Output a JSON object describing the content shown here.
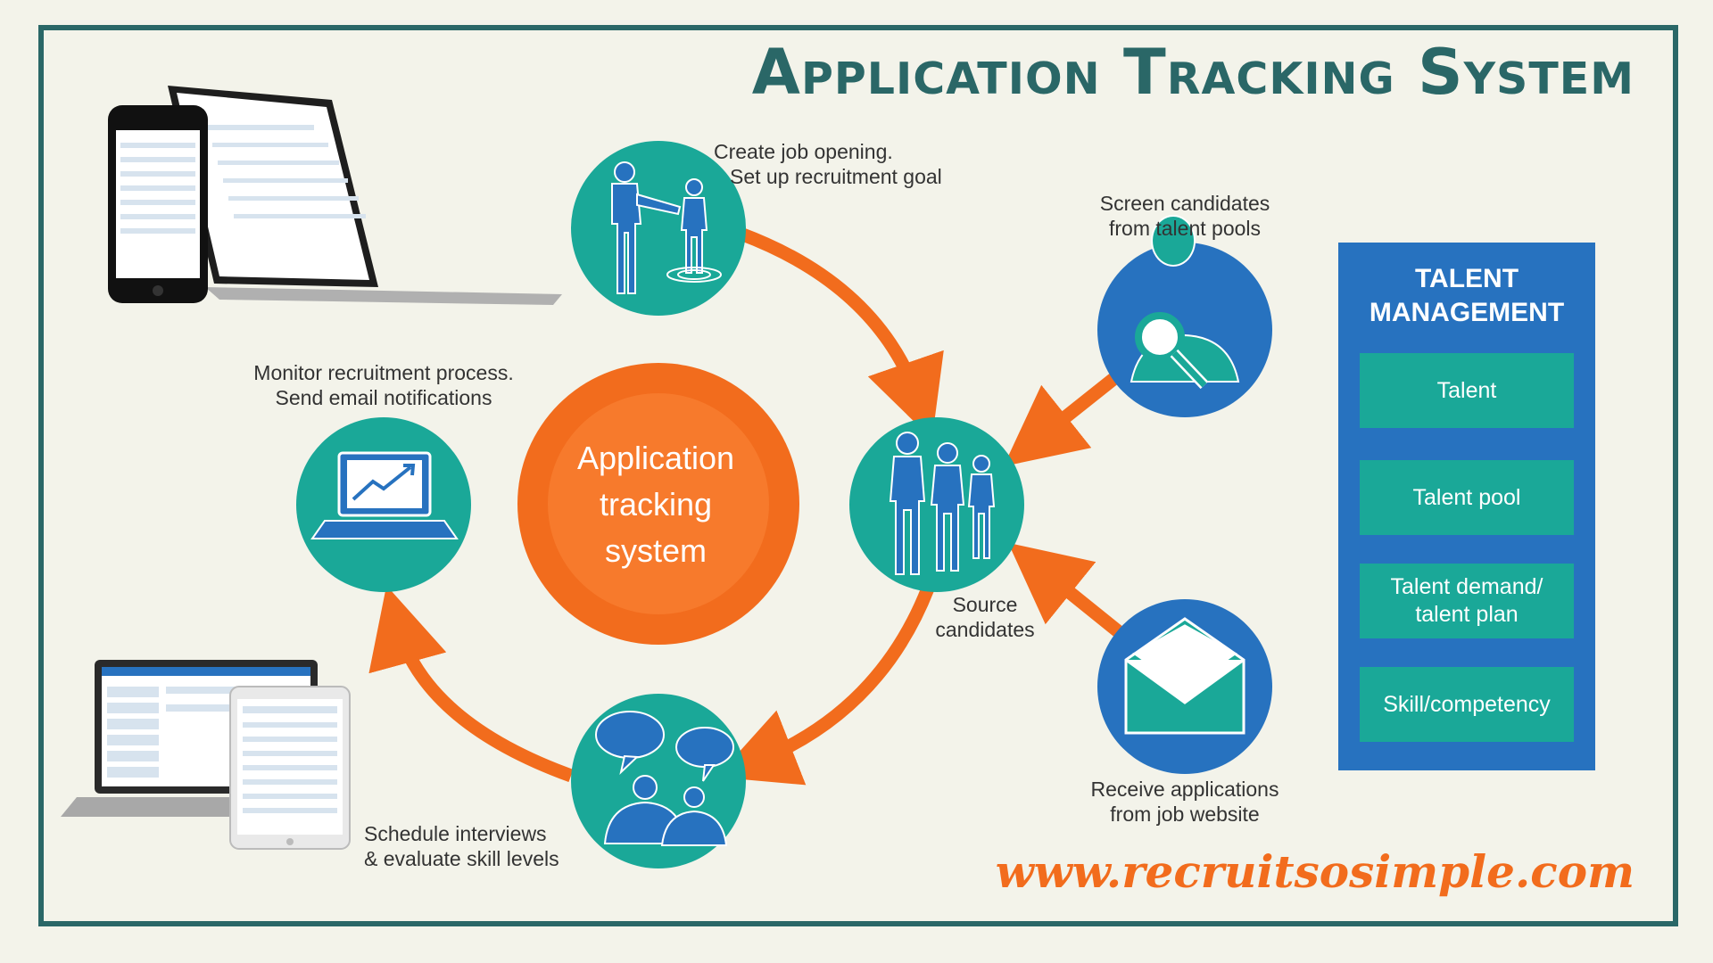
{
  "title": "Application Tracking System",
  "center_label": [
    "Application",
    "tracking",
    "system"
  ],
  "steps": {
    "create_job": [
      "Create job opening.",
      "Set up recruitment goal"
    ],
    "screen": [
      "Screen candidates",
      "from talent pools"
    ],
    "monitor": [
      "Monitor recruitment process.",
      "Send email notifications"
    ],
    "source": [
      "Source",
      "candidates"
    ],
    "receive": [
      "Receive applications",
      "from job website"
    ],
    "schedule": [
      "Schedule interviews",
      "& evaluate skill levels"
    ]
  },
  "panel": {
    "title": [
      "TALENT",
      "MANAGEMENT"
    ],
    "items": [
      "Talent",
      "Talent pool",
      "Talent demand/ talent plan",
      "Skill/competency"
    ]
  },
  "url": "www.recruitsosimple.com",
  "colors": {
    "teal": "#1aa898",
    "blue": "#2772bf",
    "orange": "#f26c1d",
    "dark_teal": "#2a6767"
  }
}
